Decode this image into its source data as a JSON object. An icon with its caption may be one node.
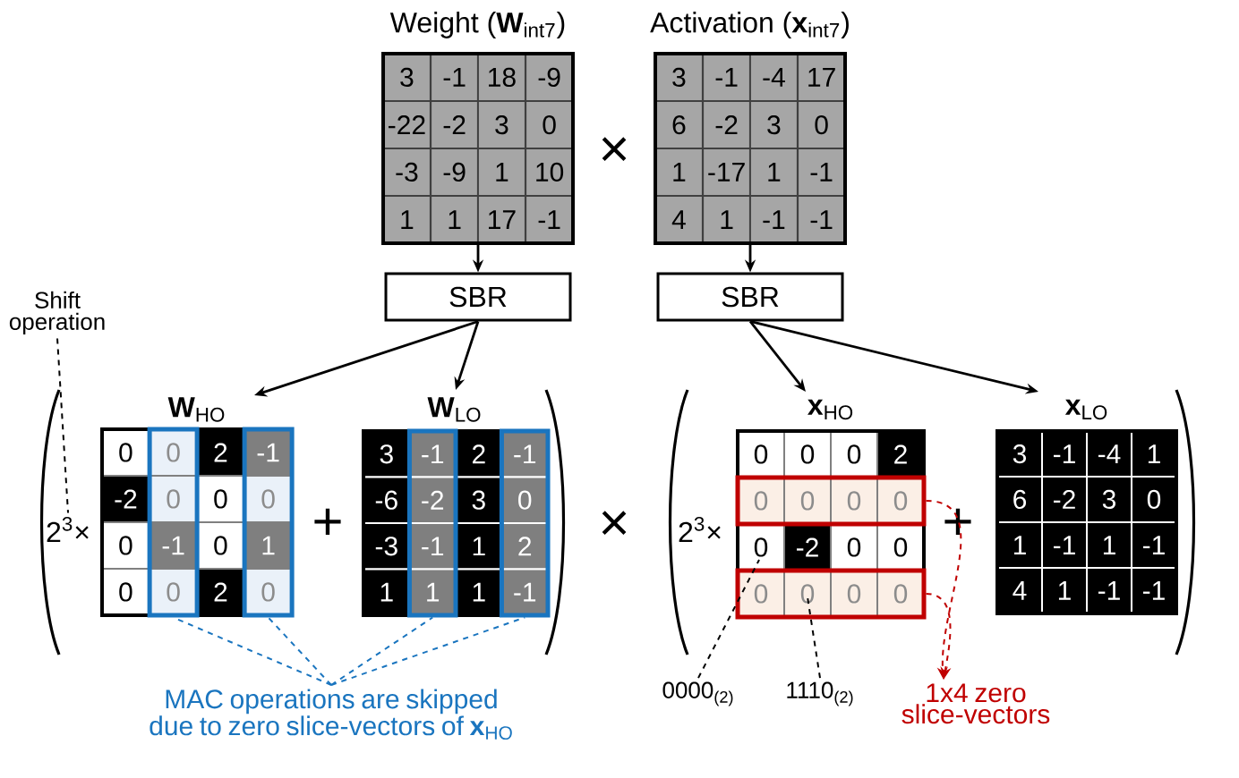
{
  "diagram": {
    "nodes": [
      {
        "text": [
          "Weight (**W**$_{int7}$)",
          "3",
          "-1",
          "18",
          "-9",
          "-22",
          "-2",
          "3",
          "0",
          "-3",
          "-9",
          "1",
          "10",
          "1",
          "1",
          "17",
          "-1"
        ]
      },
      {
        "text": [
          "Activation (**x**$_{int7}$)",
          "3",
          "-1",
          "-4",
          "17",
          "6",
          "-2",
          "3",
          "0",
          "1",
          "-17",
          "1",
          "-1",
          "4",
          "1",
          "-1",
          "-1"
        ]
      },
      {
        "text": [
          "SBR"
        ]
      },
      {
        "text": [
          "SBR"
        ]
      },
      {
        "text": [
          "**W**$_{HO}$",
          "0",
          "2",
          "-2",
          "0",
          "0",
          "0",
          "0",
          "2"
        ]
      },
      {
        "text": [
          "**W**$_{LO}$",
          "3",
          "2",
          "-6",
          "3",
          "-3",
          "1",
          "1",
          "1"
        ]
      },
      {
        "text": [
          "**x**$_{HO}$",
          "0",
          "0",
          "0",
          "2",
          "0",
          "-2",
          "0",
          "0"
        ]
      },
      {
        "text": [
          "**x**$_{LO}$",
          "3",
          "-1",
          "-4",
          "1",
          "6",
          "-2",
          "3",
          "0",
          "1",
          "-1",
          "1",
          "-1",
          "4",
          "1",
          "-1",
          "-1"
        ]
      },
      {
        "text": [
          "Shift operation"
        ]
      },
      {
        "text": [
          "2$^{3}$×"
        ]
      },
      {
        "text": [
          "2$^{3}$×"
        ]
      },
      {
        "text": [
          "MAC operations are skipped due to zero slice-vectors of **x**$_{HO}$"
        ]
      },
      {
        "text": [
          "0",
          "0",
          "-1",
          "0"
        ],
        "in": 4
      },
      {
        "text": [
          "-1",
          "0",
          "1",
          "0"
        ],
        "in": 4
      },
      {
        "text": [
          "-1",
          "-2",
          "-1",
          "1"
        ],
        "in": 5
      },
      {
        "text": [
          "-1",
          "0",
          "2",
          "-1"
        ],
        "in": 5
      },
      {
        "text": [
          "0",
          "0",
          "0",
          "0"
        ],
        "in": 6
      },
      {
        "text": [
          "0",
          "0",
          "0",
          "0"
        ],
        "in": 6
      },
      {
        "text": [
          "1x4 zero slice-vectors"
        ]
      },
      {
        "text": [
          "0000$_{(2)}$"
        ]
      },
      {
        "text": [
          "1110$_{(2)}$"
        ]
      }
    ],
    "edges": [
      {
        "from": 0,
        "to": 2,
        "arrow": "to"
      },
      {
        "from": 1,
        "to": 3,
        "arrow": "to"
      },
      {
        "from": 2,
        "to": 4,
        "arrow": "to"
      },
      {
        "from": 2,
        "to": 5,
        "arrow": "to"
      },
      {
        "from": 3,
        "to": 6,
        "arrow": "to"
      },
      {
        "from": 3,
        "to": 7,
        "arrow": "to"
      },
      {
        "from": 8,
        "to": 9,
        "arrow": "none",
        "style": "dashed"
      },
      {
        "from": 11,
        "to": 12,
        "arrow": "none",
        "style": "dashed",
        "color": "#1a75bf"
      },
      {
        "from": 11,
        "to": 13,
        "arrow": "none",
        "style": "dashed",
        "color": "#1a75bf"
      },
      {
        "from": 11,
        "to": 14,
        "arrow": "none",
        "style": "dashed",
        "color": "#1a75bf"
      },
      {
        "from": 11,
        "to": 15,
        "arrow": "none",
        "style": "dashed",
        "color": "#1a75bf"
      },
      {
        "from": 16,
        "to": 18,
        "arrow": "to",
        "style": "dashed",
        "color": "#c00000"
      },
      {
        "from": 17,
        "to": 18,
        "arrow": "to",
        "style": "dashed",
        "color": "#c00000"
      },
      {
        "from": 19,
        "to": 6,
        "arrow": "none",
        "style": "dashed"
      },
      {
        "from": 20,
        "to": 17,
        "arrow": "none",
        "style": "dashed"
      }
    ],
    "labels": [
      "×",
      "+",
      "×",
      "+"
    ]
  }
}
